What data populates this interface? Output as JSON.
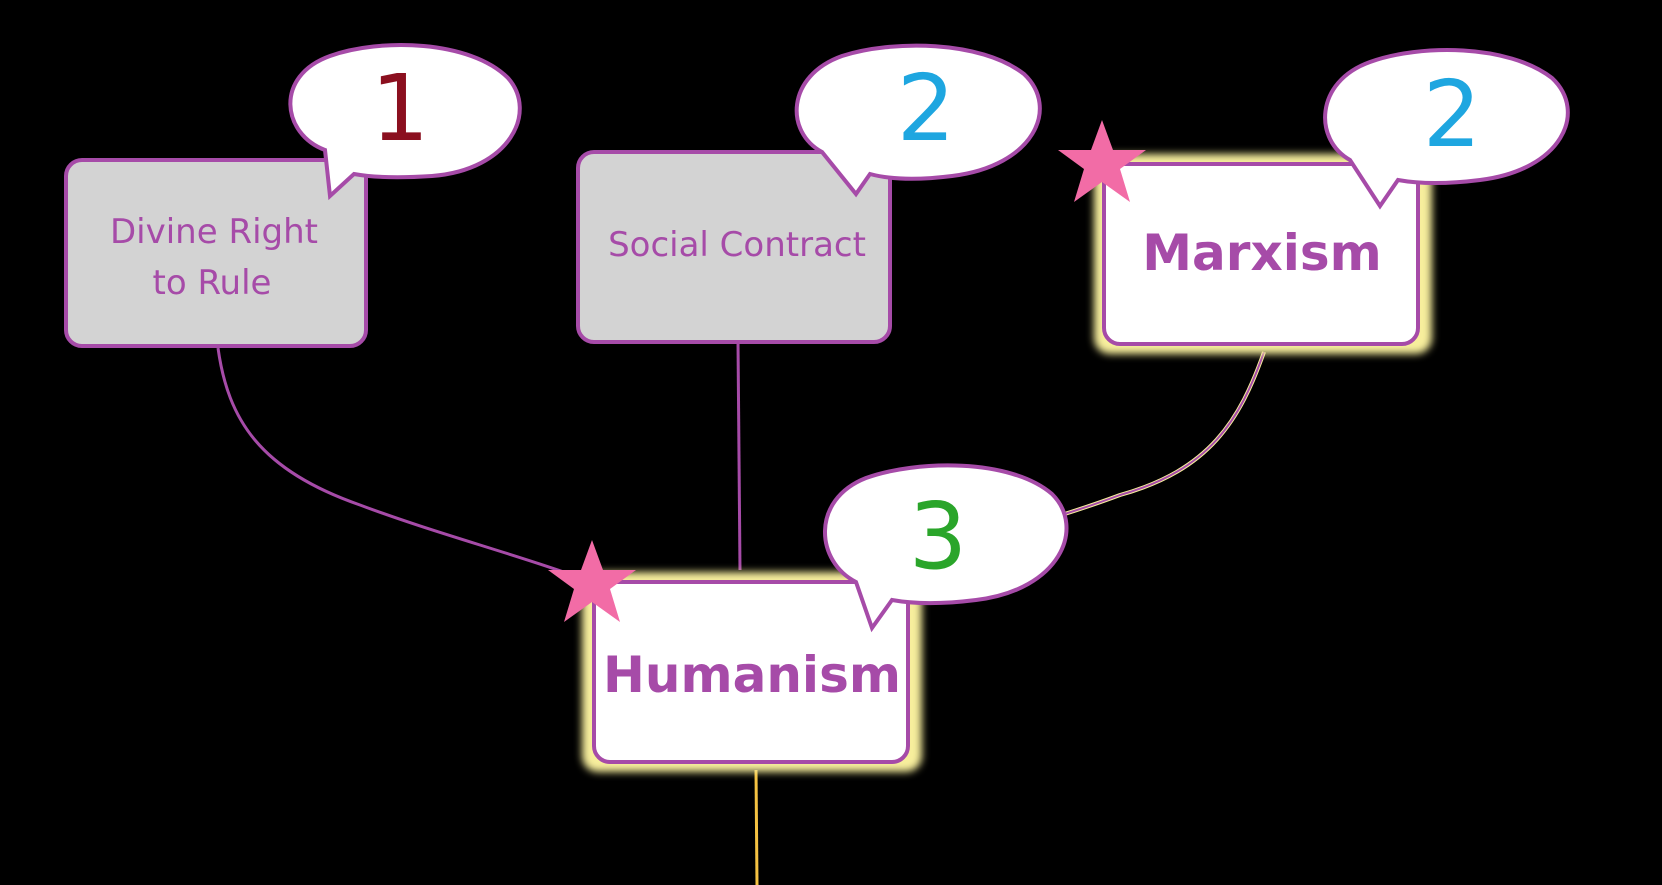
{
  "colors": {
    "background": "#000000",
    "node_border": "#a64ba8",
    "node_gray_fill": "#d3d3d3",
    "node_white_fill": "#ffffff",
    "highlight_glow": "#f7ee9c",
    "star": "#f26ca6",
    "num_1": "#8b0f1f",
    "num_2": "#1ea6e0",
    "num_3": "#2aa52a"
  },
  "nodes": {
    "divine_right": {
      "line1": "Divine Right",
      "line2": "to Rule",
      "count": "1"
    },
    "social_contract": {
      "label": "Social Contract",
      "count": "2"
    },
    "marxism": {
      "label": "Marxism",
      "count": "2"
    },
    "humanism": {
      "label": "Humanism",
      "count": "3"
    }
  },
  "icons": {
    "star": "star-icon",
    "bubble": "speech-bubble-icon"
  }
}
